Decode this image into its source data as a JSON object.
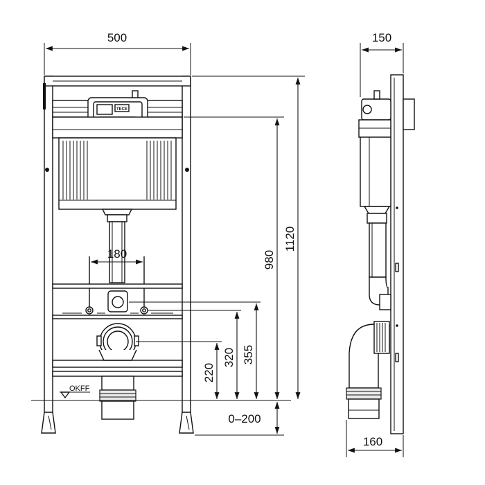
{
  "dimensions": {
    "width_front": "500",
    "depth_top": "150",
    "height_total": "1120",
    "height_flush": "980",
    "height_355": "355",
    "height_320": "320",
    "height_220": "220",
    "spacing_180": "180",
    "adjust_range": "0–200",
    "depth_bottom": "160"
  },
  "labels": {
    "floor_level": "OKFF",
    "brand": "TECE"
  },
  "colors": {
    "line": "#111111",
    "background": "#ffffff"
  }
}
